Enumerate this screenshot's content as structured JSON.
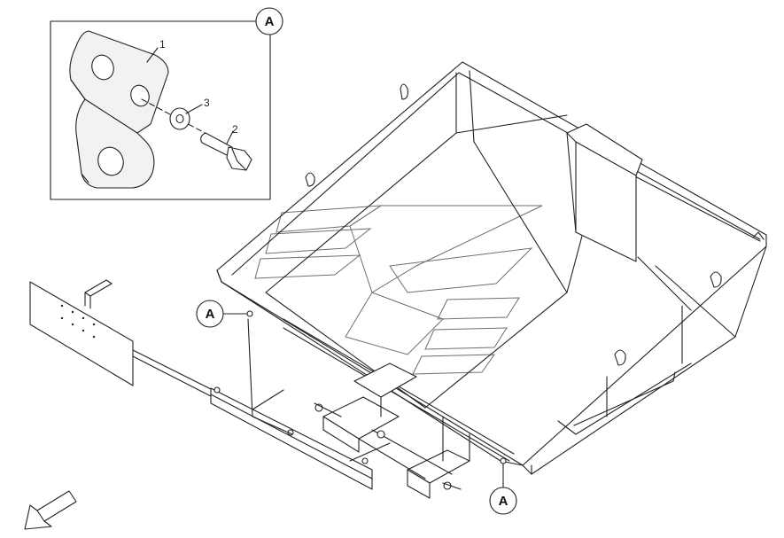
{
  "callouts": {
    "detail": "A",
    "left": "A",
    "bottom": "A"
  },
  "part_labels": {
    "bracket": "1",
    "bolt": "2",
    "washer": "3"
  }
}
